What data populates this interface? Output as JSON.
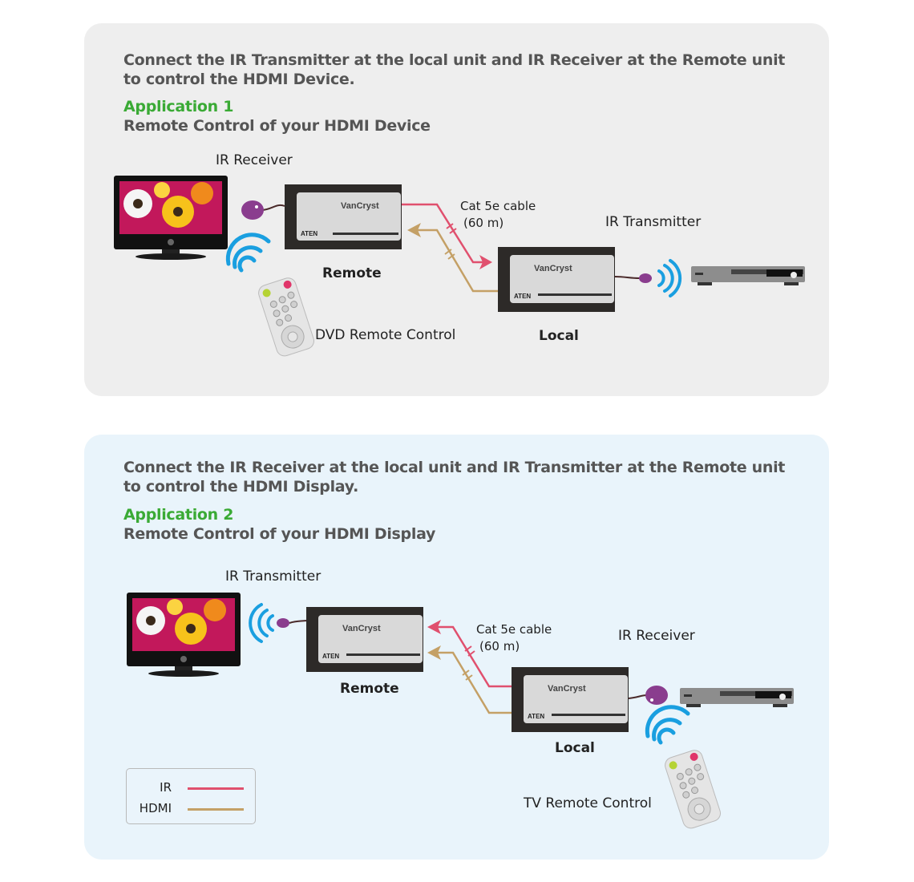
{
  "colors": {
    "ir_line": "#e0506e",
    "hdmi_line": "#c4a066",
    "heading_green": "#3aaa35",
    "ir_wave": "#1a9fe0"
  },
  "applications": [
    {
      "intro": "Connect the IR Transmitter at the local unit and IR Receiver at the Remote unit to control the HDMI Device.",
      "title": "Application 1",
      "subtitle": "Remote Control of your HDMI Device",
      "labels": {
        "ir_receiver": "IR Receiver",
        "ir_transmitter": "IR Transmitter",
        "cable_line1": "Cat 5e cable",
        "cable_line2": "(60 m)",
        "remote_unit": "Remote",
        "local_unit": "Local",
        "remote_control": "DVD Remote Control"
      },
      "devices": {
        "display": "tv-icon",
        "source": "dvd-player-icon",
        "extender_brand": "VanCryst",
        "extender_maker": "ATEN"
      }
    },
    {
      "intro": "Connect the IR Receiver at the local unit and IR Transmitter at the Remote unit to control the HDMI Display.",
      "title": "Application 2",
      "subtitle": "Remote Control of your HDMI Display",
      "labels": {
        "ir_transmitter": "IR Transmitter",
        "ir_receiver": "IR Receiver",
        "cable_line1": "Cat 5e cable",
        "cable_line2": "(60 m)",
        "remote_unit": "Remote",
        "local_unit": "Local",
        "remote_control": "TV Remote Control"
      },
      "devices": {
        "display": "tv-icon",
        "source": "dvd-player-icon",
        "extender_brand": "VanCryst",
        "extender_maker": "ATEN"
      }
    }
  ],
  "legend": {
    "items": [
      {
        "label": "IR",
        "color": "#e0506e"
      },
      {
        "label": "HDMI",
        "color": "#c4a066"
      }
    ]
  }
}
